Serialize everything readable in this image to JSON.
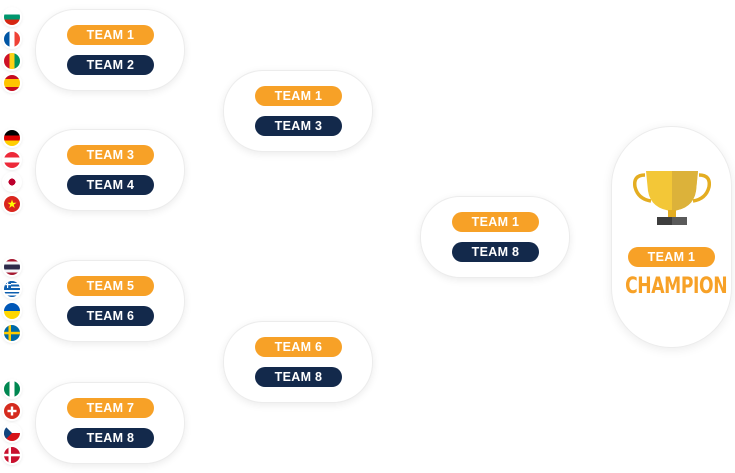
{
  "round1": [
    {
      "top": "TEAM 1",
      "bottom": "TEAM 2"
    },
    {
      "top": "TEAM 3",
      "bottom": "TEAM 4"
    },
    {
      "top": "TEAM 5",
      "bottom": "TEAM 6"
    },
    {
      "top": "TEAM 7",
      "bottom": "TEAM 8"
    }
  ],
  "round2": [
    {
      "top": "TEAM 1",
      "bottom": "TEAM 3"
    },
    {
      "top": "TEAM 6",
      "bottom": "TEAM 8"
    }
  ],
  "final": {
    "top": "TEAM 1",
    "bottom": "TEAM 8"
  },
  "champion": {
    "team": "TEAM 1",
    "label": "CHAMPION"
  },
  "flags": [
    "bulgaria-flag",
    "france-flag",
    "guinea-flag",
    "spain-flag",
    "germany-flag",
    "austria-flag",
    "japan-flag",
    "vietnam-flag",
    "thailand-flag",
    "greece-flag",
    "ukraine-flag",
    "sweden-flag",
    "nigeria-flag",
    "switzerland-flag",
    "czech-flag",
    "denmark-flag"
  ],
  "colors": {
    "accent": "#f7a127",
    "navy": "#13294b"
  }
}
